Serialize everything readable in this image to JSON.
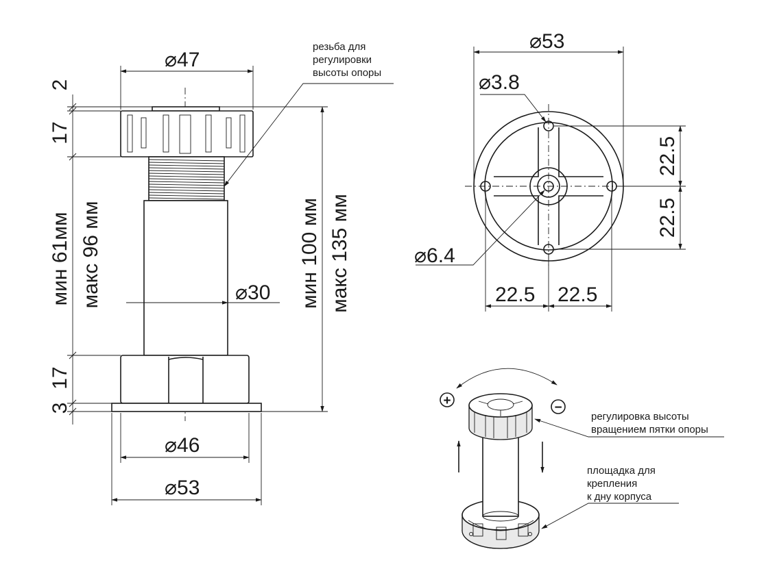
{
  "side_view": {
    "dia_top": "⌀47",
    "dia_rod": "⌀30",
    "dia_nut": "⌀46",
    "dia_base": "⌀53",
    "h_2": "2",
    "h_17_top": "17",
    "h_17_bottom": "17",
    "h_3": "3",
    "rod_min": "мин 61мм",
    "rod_max": "макс 96 мм",
    "total_min": "мин 100 мм",
    "total_max": "макс 135 мм",
    "thread_note": [
      "резьба для",
      "регулировки",
      "высоты опоры"
    ]
  },
  "bottom_view": {
    "dia_outer": "⌀53",
    "dia_hole": "⌀3.8",
    "dia_center": "⌀6.4",
    "v_dim_top": "22.5",
    "v_dim_bottom": "22.5",
    "h_dim_left": "22.5",
    "h_dim_right": "22.5"
  },
  "iso_view": {
    "plus_sign": "+",
    "minus_sign": "−",
    "rotation_note": [
      "регулировка высоты",
      "вращением пятки опоры"
    ],
    "mount_note": [
      "площадка для",
      "крепления",
      "к дну корпуса"
    ]
  }
}
